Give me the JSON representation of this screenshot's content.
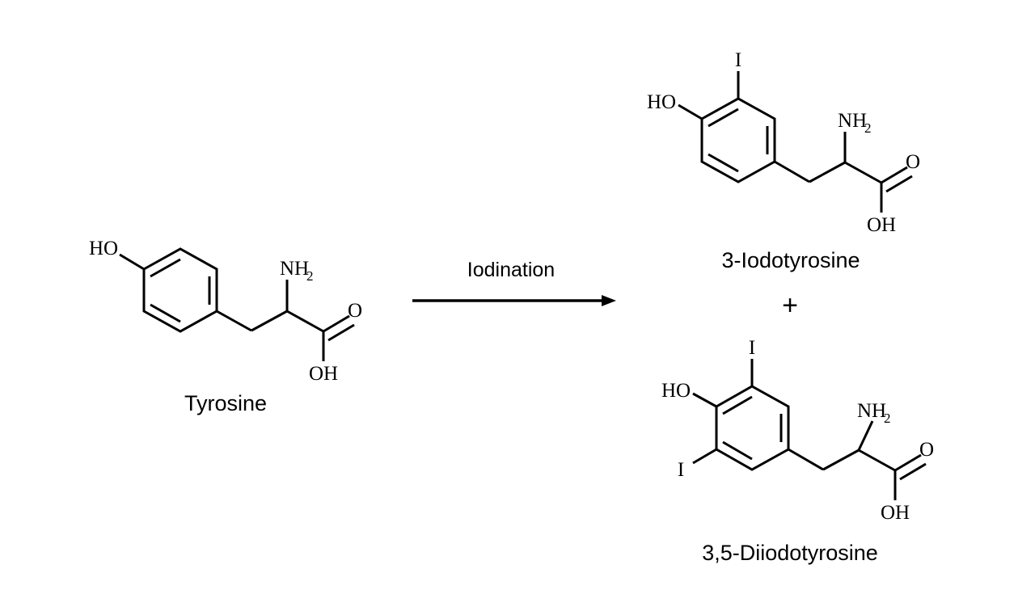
{
  "scheme": {
    "title_visible": false,
    "background_color": "#ffffff",
    "line_color": "#000000"
  },
  "reactant": {
    "name": "Tyrosine",
    "labels": {
      "hydroxyl": "HO",
      "amine": "NH",
      "amine_sub": "2",
      "carbonyl_oxygen": "O",
      "acid_hydroxyl": "OH"
    }
  },
  "arrow": {
    "reagent_label": "Iodination"
  },
  "operator": {
    "plus": "+"
  },
  "product_one": {
    "name": "3-Iodotyrosine",
    "labels": {
      "hydroxyl": "HO",
      "iodine_3": "I",
      "amine": "NH",
      "amine_sub": "2",
      "carbonyl_oxygen": "O",
      "acid_hydroxyl": "OH"
    }
  },
  "product_two": {
    "name": "3,5-Diiodotyrosine",
    "labels": {
      "hydroxyl": "HO",
      "iodine_3": "I",
      "iodine_5": "I",
      "amine": "NH",
      "amine_sub": "2",
      "carbonyl_oxygen": "O",
      "acid_hydroxyl": "OH"
    }
  }
}
